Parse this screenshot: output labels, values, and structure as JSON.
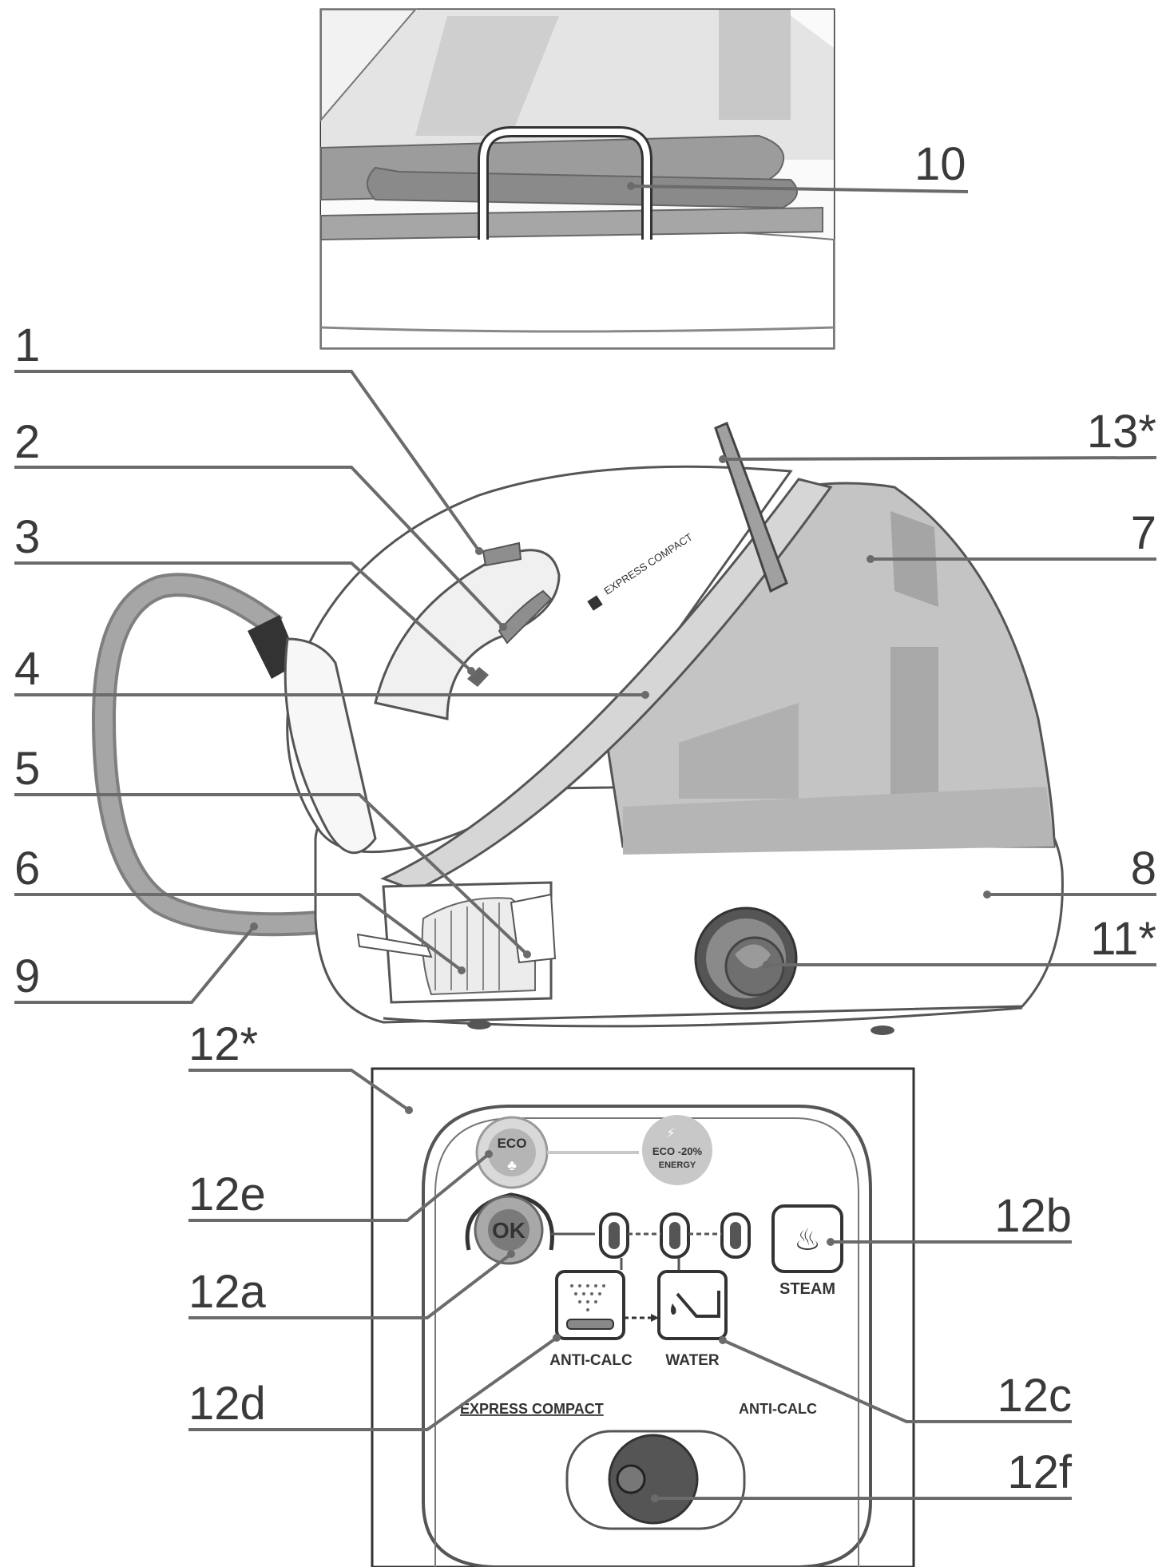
{
  "colors": {
    "line": "#6b6b6b",
    "outline": "#555555",
    "shade_light": "#e6e6e6",
    "shade_mid": "#bdbdbd",
    "shade_dark": "#8e8e8e",
    "hose": "#9a9a9a"
  },
  "callouts": {
    "c1": "1",
    "c2": "2",
    "c3": "3",
    "c4": "4",
    "c5": "5",
    "c6": "6",
    "c7": "7",
    "c8": "8",
    "c9": "9",
    "c10": "10",
    "c11": "11*",
    "c12": "12*",
    "c12a": "12a",
    "c12b": "12b",
    "c12c": "12c",
    "c12d": "12d",
    "c12e": "12e",
    "c12f": "12f",
    "c13": "13*"
  },
  "panel": {
    "eco": "ECO",
    "eco_badge_line1": "ECO -20%",
    "eco_badge_line2": "ENERGY",
    "ok": "OK",
    "steam": "STEAM",
    "anticalc_icon_label": "ANTI-CALC",
    "water": "WATER",
    "brand": "EXPRESS COMPACT",
    "anticalc_label": "ANTI-CALC"
  },
  "iron": {
    "brand_text": "EXPRESS COMPACT"
  },
  "icons": [
    "eco-icon",
    "ok-button-icon",
    "steam-icon",
    "anticalc-icon",
    "water-icon",
    "power-knob-icon"
  ]
}
